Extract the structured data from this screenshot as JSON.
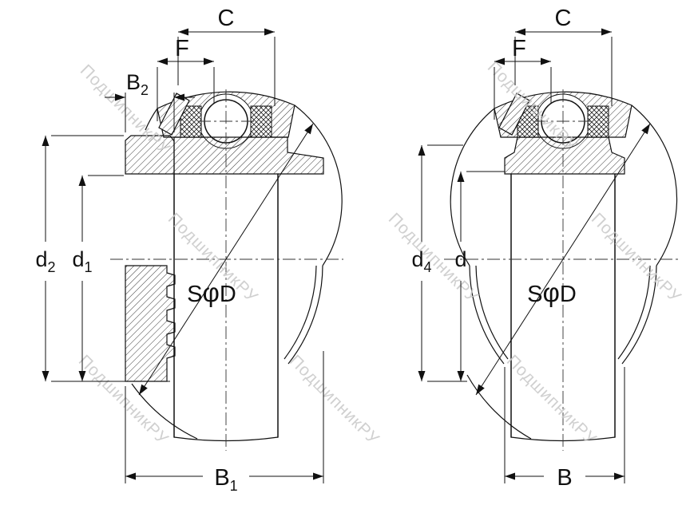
{
  "watermark": {
    "text": "ПодшипникРУ",
    "color": "#c8c8c8"
  },
  "colors": {
    "line": "#111111",
    "background": "#ffffff"
  },
  "left_view": {
    "dim_c": "C",
    "dim_f": "F",
    "dim_b2": {
      "main": "B",
      "sub": "2"
    },
    "dim_d2": {
      "main": "d",
      "sub": "2"
    },
    "dim_d1": {
      "main": "d",
      "sub": "1"
    },
    "dim_sphere": {
      "s": "S",
      "phi": "φ",
      "d": "D"
    },
    "dim_b1": {
      "main": "B",
      "sub": "1"
    }
  },
  "right_view": {
    "dim_c": "C",
    "dim_f": "F",
    "dim_d4": {
      "main": "d",
      "sub": "4"
    },
    "dim_d": "d",
    "dim_sphere": {
      "s": "S",
      "phi": "φ",
      "d": "D"
    },
    "dim_b": "B"
  }
}
